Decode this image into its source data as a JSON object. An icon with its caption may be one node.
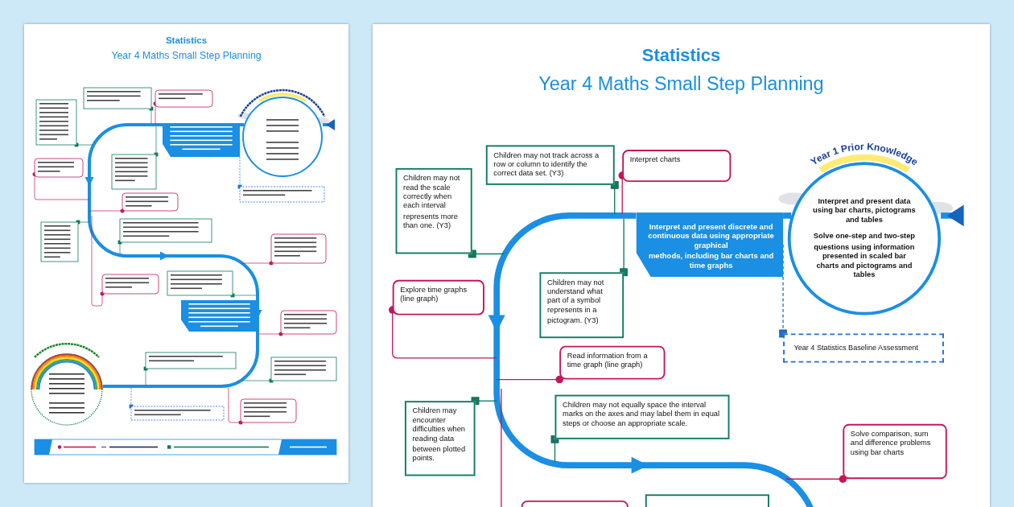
{
  "diagram": {
    "nodes": [
      {
        "text": [
          "Statistics",
          "Year 4 Maths Small Step Planning"
        ]
      },
      {
        "text": [
          "Statistics",
          "Year 4 Maths Small Step Planning"
        ]
      },
      {
        "text": [
          "Children may not track across a row or column to identify the correct data set. (Y3)"
        ],
        "in": 1
      },
      {
        "text": [
          "Interpret charts"
        ],
        "in": 1
      },
      {
        "text": [
          "Children may not read the scale correctly when each interval represents more than one. (Y3)"
        ],
        "in": 1
      },
      {
        "text": [
          "Interpret and present discrete and continuous data using appropriate graphical",
          "methods, including bar charts and time graphs"
        ],
        "in": 1
      },
      {
        "text": [
          "Interpret and present data using bar charts, pictograms and tables",
          "Solve one-step and two-step questions using information presented in scaled bar charts and pictograms and tables"
        ],
        "beside": [
          "Year 1 Prior Knowledge"
        ],
        "in": 1
      },
      {
        "text": [
          "Children may not understand what part of a symbol represents in a pictogram. (Y3)"
        ],
        "in": 1
      },
      {
        "text": [
          "Explore time graphs (line graph)"
        ],
        "in": 1
      },
      {
        "text": [
          "Year 4 Statistics Baseline Assessment"
        ],
        "in": 1
      },
      {
        "text": [
          "Read information from a time graph (line graph)"
        ],
        "in": 1
      },
      {
        "text": [
          "Children may encounter difficulties when reading data between plotted points."
        ],
        "in": 1
      },
      {
        "text": [
          "Children may not equally space the interval marks on the axes and may label them in equal steps or choose an appropriate scale."
        ],
        "in": 1
      },
      {
        "text": [
          "Solve comparison, sum and difference problems using bar charts"
        ],
        "in": 1
      },
      {
        "text": [],
        "shape": "box"
      },
      {
        "text": [],
        "shape": "box"
      }
    ],
    "edges": [
      {
        "from": 6,
        "to": 5,
        "arrow": "none",
        "style": "thick",
        "color": "#1a8fe3"
      },
      {
        "from": 5,
        "to": null,
        "arrow": "to",
        "style": "thick",
        "color": "#1a8fe3"
      },
      {
        "from": 2,
        "to": null,
        "arrow": "other"
      },
      {
        "from": 3,
        "to": null,
        "arrow": "other",
        "color": "#c2185b"
      },
      {
        "from": 4,
        "to": null,
        "arrow": "other"
      },
      {
        "from": 7,
        "to": null,
        "arrow": "other"
      },
      {
        "from": 8,
        "to": null,
        "arrow": "other",
        "color": "#c2185b"
      },
      {
        "from": 9,
        "to": 5,
        "arrow": "other",
        "style": "dashed",
        "color": "#1e6fd9"
      },
      {
        "from": 10,
        "to": null,
        "arrow": "other",
        "color": "#c2185b"
      },
      {
        "from": 11,
        "to": null,
        "arrow": "other"
      },
      {
        "from": 12,
        "to": null,
        "arrow": "other"
      },
      {
        "from": 13,
        "to": null,
        "arrow": "other",
        "color": "#c2185b"
      },
      {
        "from": 14,
        "to": null,
        "arrow": "none",
        "color": "#c2185b"
      }
    ]
  }
}
